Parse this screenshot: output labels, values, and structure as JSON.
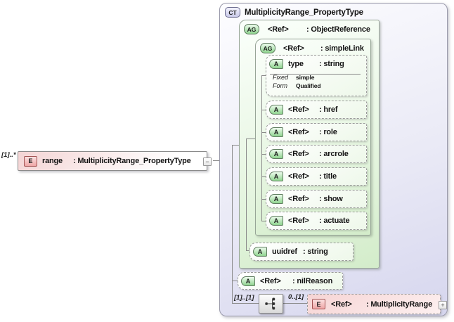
{
  "element": {
    "multiplicity": "[1]..*",
    "icon": "E",
    "name": "range",
    "type": ": MultiplicityRange_PropertyType",
    "collapse_glyph": "−"
  },
  "complex_type": {
    "icon": "CT",
    "title": "MultiplicityRange_PropertyType",
    "object_reference": {
      "icon": "AG",
      "name": "<Ref>",
      "type": ": ObjectReference",
      "simple_link": {
        "icon": "AG",
        "name": "<Ref>",
        "type": ": simpleLink",
        "type_attr": {
          "icon": "A",
          "name": "type",
          "type": ": string",
          "facets": [
            {
              "label": "Fixed",
              "value": "simple"
            },
            {
              "label": "Form",
              "value": "Qualified"
            }
          ]
        },
        "attrs": [
          {
            "icon": "A",
            "name": "<Ref>",
            "type": ": href"
          },
          {
            "icon": "A",
            "name": "<Ref>",
            "type": ": role"
          },
          {
            "icon": "A",
            "name": "<Ref>",
            "type": ": arcrole"
          },
          {
            "icon": "A",
            "name": "<Ref>",
            "type": ": title"
          },
          {
            "icon": "A",
            "name": "<Ref>",
            "type": ": show"
          },
          {
            "icon": "A",
            "name": "<Ref>",
            "type": ": actuate"
          }
        ],
        "uuidref_attr": {
          "icon": "A",
          "name": "uuidref",
          "type": ": string"
        }
      },
      "nil_reason_attr": {
        "icon": "A",
        "name": "<Ref>",
        "type": ": nilReason"
      }
    },
    "sequence": {
      "mult_in": "[1]..[1]",
      "mult_out": "0..[1]",
      "element": {
        "icon": "E",
        "name": "<Ref>",
        "type": ": MultiplicityRange",
        "expand_glyph": "+"
      }
    }
  },
  "colors": {
    "ct_fill": "#dcdcf0",
    "ct_border": "#9a9aab",
    "ag_fill": "#ddf2d6",
    "element_pink": "#f4d4d4",
    "connector": "#8a8a8a"
  }
}
